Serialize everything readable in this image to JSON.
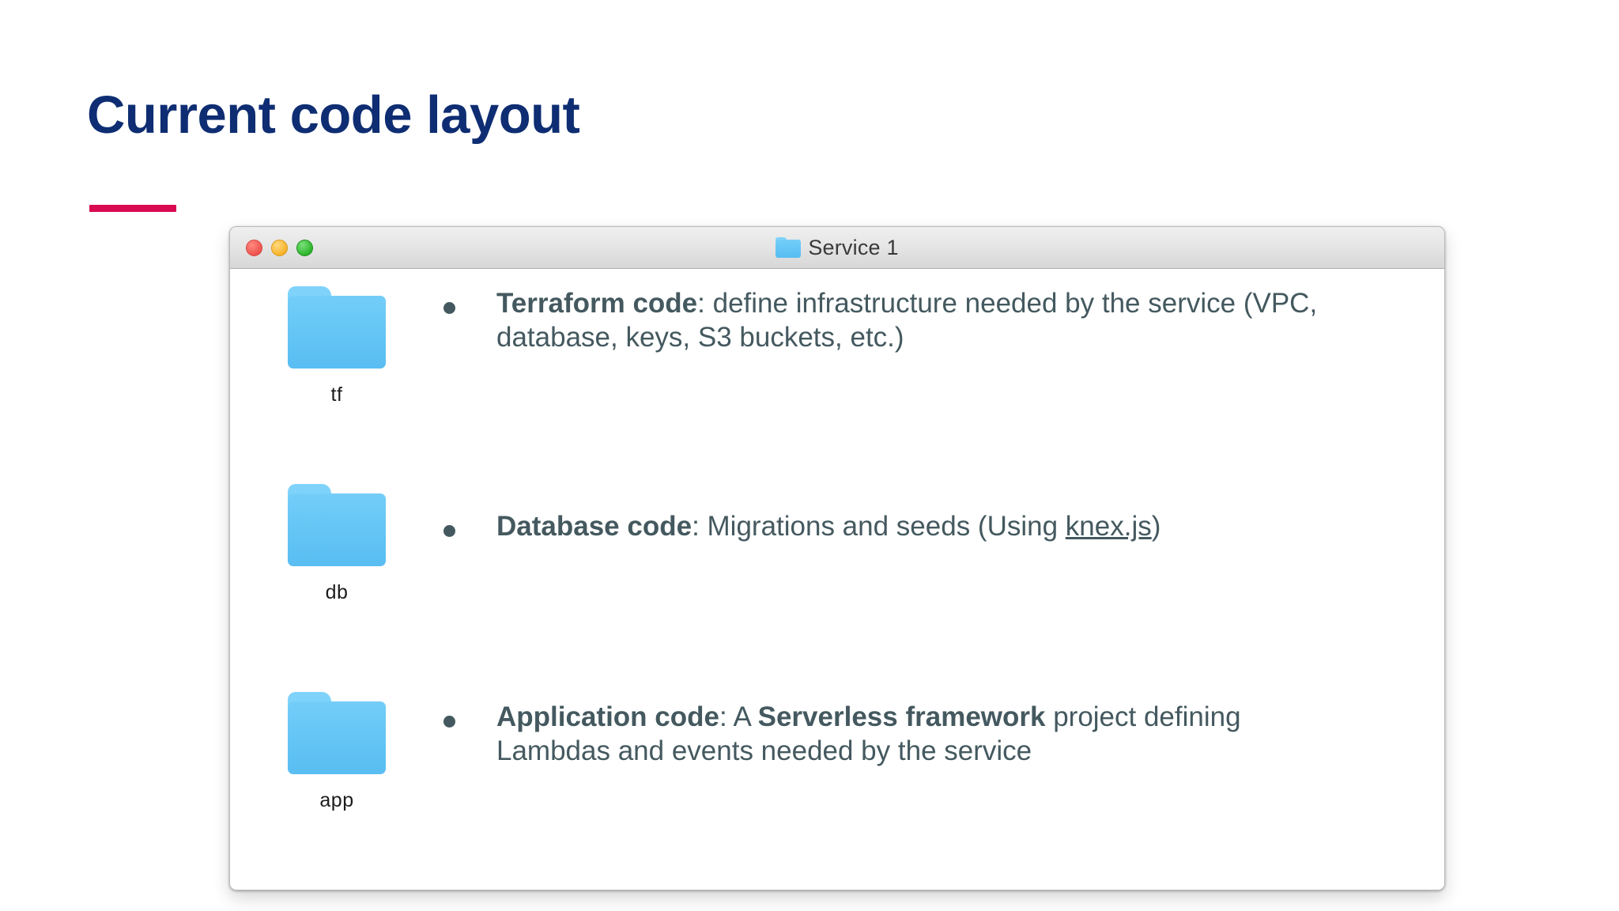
{
  "slide": {
    "title": "Current code layout",
    "title_color": "#0e2d72",
    "accent_rule_color": "#d90a52",
    "background": "#ffffff"
  },
  "window": {
    "title": "Service 1",
    "title_icon": "folder-icon",
    "titlebar_background": "#e6e6e6",
    "traffic_lights": [
      {
        "name": "close",
        "color": "#ef5350"
      },
      {
        "name": "minimize",
        "color": "#f7b32b"
      },
      {
        "name": "maximize",
        "color": "#2bb52b"
      }
    ],
    "folder_color": "#63c5f5",
    "text_color": "#44595f",
    "rows": [
      {
        "folder_icon": "folder-icon",
        "folder_label": "tf",
        "bullet": "bullet-dot",
        "segments": [
          {
            "text": "Terraform code",
            "style": "bold"
          },
          {
            "text": ": define infrastructure needed by the service (VPC, database, keys, S3 buckets, etc.)",
            "style": "normal"
          }
        ]
      },
      {
        "folder_icon": "folder-icon",
        "folder_label": "db",
        "bullet": "bullet-dot",
        "segments": [
          {
            "text": "Database code",
            "style": "bold"
          },
          {
            "text": ": Migrations and seeds (Using ",
            "style": "normal"
          },
          {
            "text": "knex.js",
            "style": "link"
          },
          {
            "text": ")",
            "style": "normal"
          }
        ]
      },
      {
        "folder_icon": "folder-icon",
        "folder_label": "app",
        "bullet": "bullet-dot",
        "segments": [
          {
            "text": "Application code",
            "style": "bold"
          },
          {
            "text": ": A ",
            "style": "normal"
          },
          {
            "text": "Serverless framework",
            "style": "bold"
          },
          {
            "text": " project defining Lambdas and events needed by the service",
            "style": "normal"
          }
        ]
      }
    ]
  }
}
